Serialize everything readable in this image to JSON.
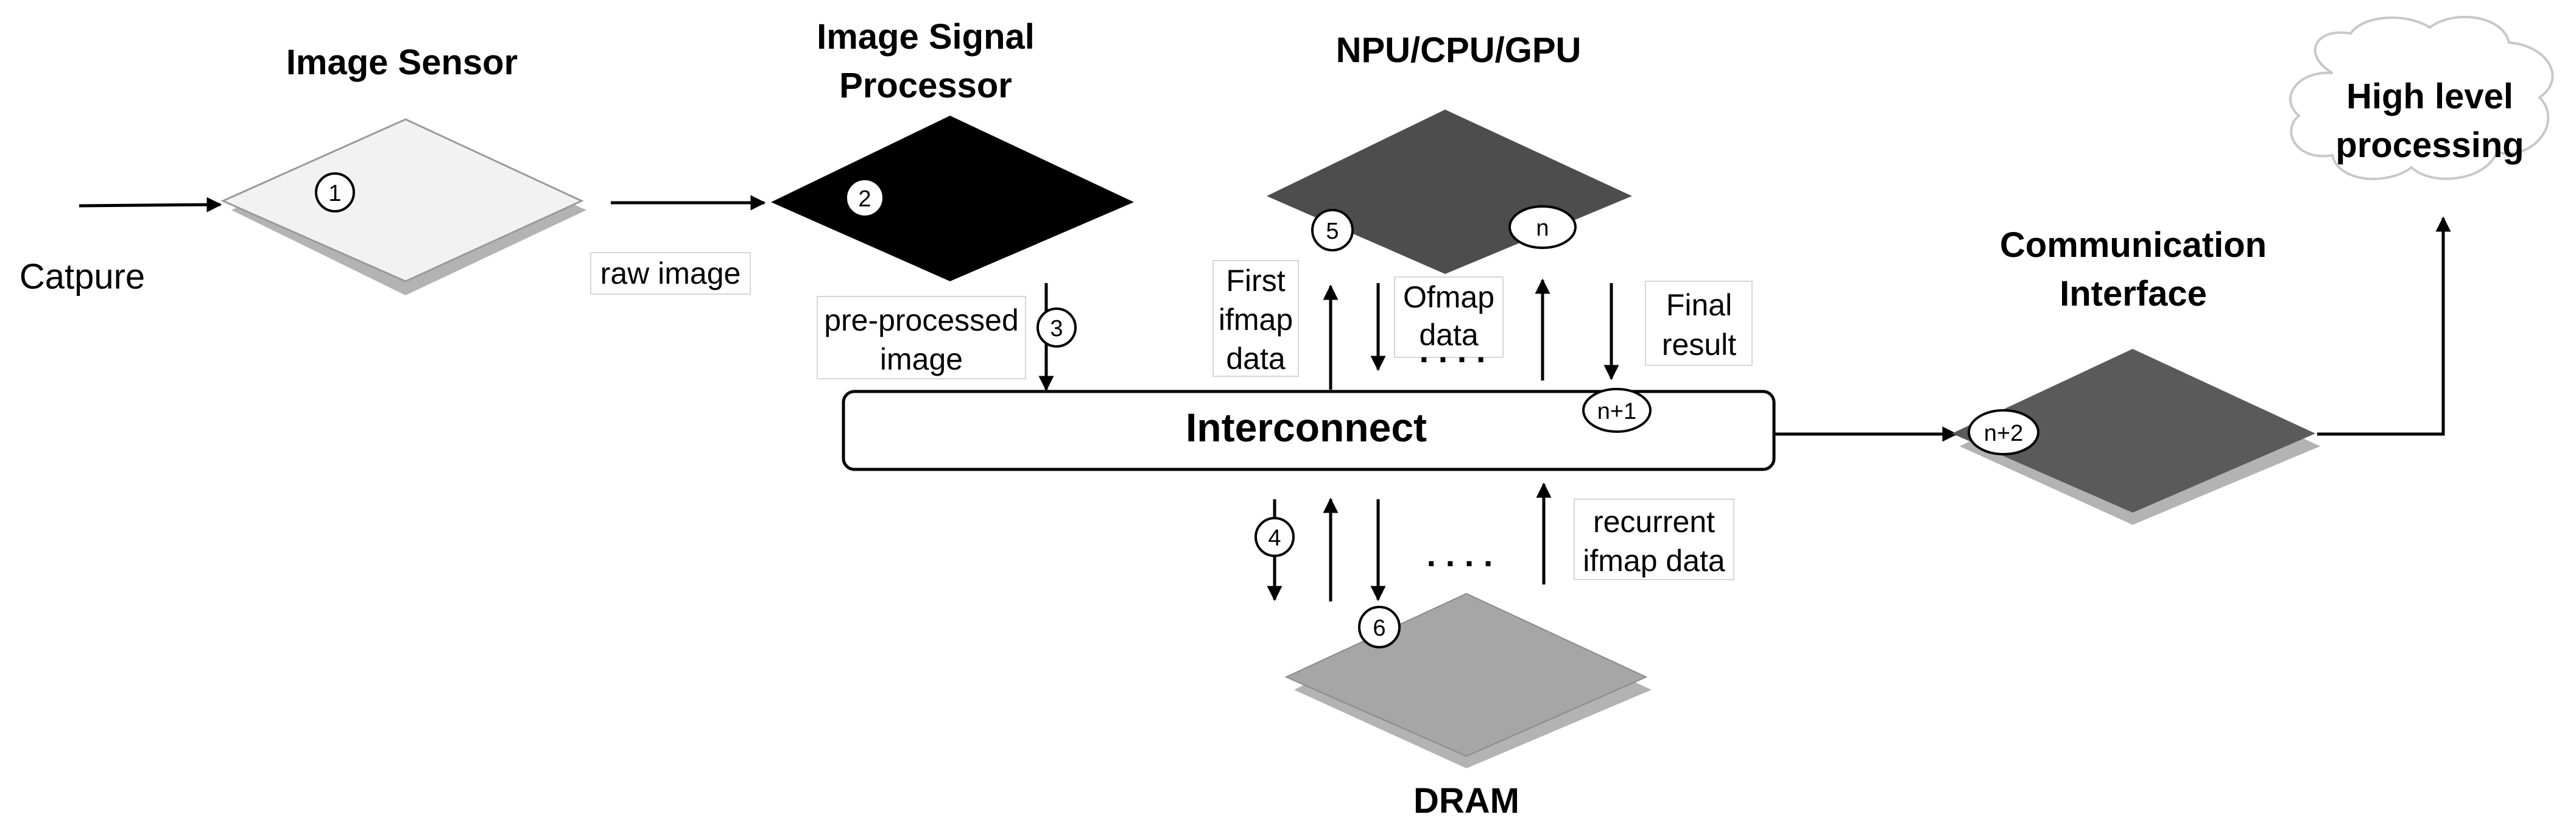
{
  "titles": {
    "image_sensor": "Image Sensor",
    "isp_line1": "Image Signal",
    "isp_line2": "Processor",
    "npu": "NPU/CPU/GPU",
    "comm_line1": "Communication",
    "comm_line2": "Interface",
    "dram": "DRAM",
    "cloud_line1": "High level",
    "cloud_line2": "processing"
  },
  "labels": {
    "capture": "Catpure",
    "raw_image": "raw image",
    "preprocessed_line1": "pre-processed",
    "preprocessed_line2": "image",
    "first_ifmap_line1": "First",
    "first_ifmap_line2": "ifmap",
    "first_ifmap_line3": "data",
    "ofmap_line1": "Ofmap",
    "ofmap_line2": "data",
    "final_line1": "Final",
    "final_line2": "result",
    "recurrent_line1": "recurrent",
    "recurrent_line2": "ifmap data",
    "interconnect": "Interconnect"
  },
  "steps": {
    "s1": "1",
    "s2": "2",
    "s3": "3",
    "s4": "4",
    "s5": "5",
    "s6": "6",
    "sn": "n",
    "sn1": "n+1",
    "sn2": "n+2"
  },
  "ellipsis": {
    "top": ". . . .",
    "bottom": ". . . ."
  },
  "colors": {
    "sensor_fill": "#f2f2f2",
    "isp_fill": "#000000",
    "npu_fill": "#4d4d4d",
    "comm_fill": "#5a5a5a",
    "dram_fill": "#a6a6a6",
    "shadow": "#b3b3b3",
    "cloud_stroke": "#c8c8c8"
  }
}
